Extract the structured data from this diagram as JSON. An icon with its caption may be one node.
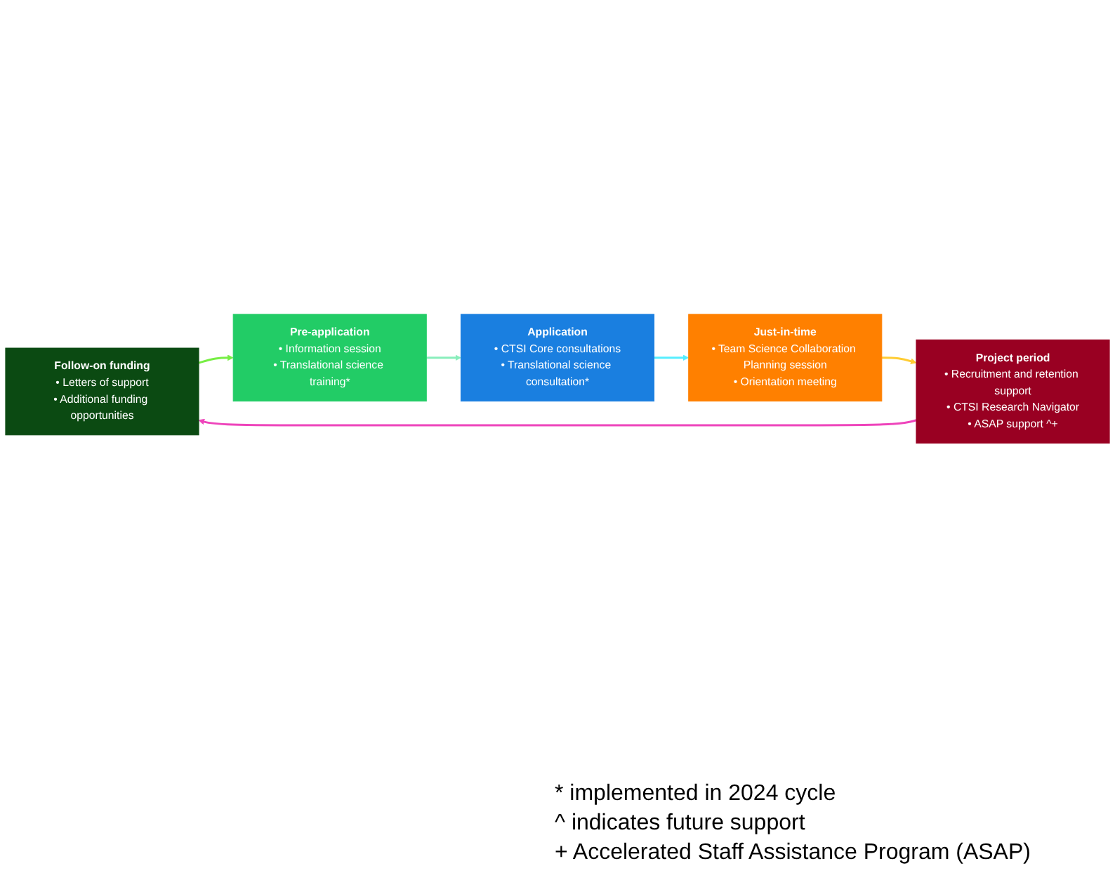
{
  "diagram": {
    "nodes": [
      {
        "text": [
          "Follow-on funding",
          "• Letters of support",
          "• Additional funding opportunities"
        ]
      },
      {
        "text": [
          "Pre-application",
          "• Information session",
          "• Translational science training*"
        ]
      },
      {
        "text": [
          "Application",
          "• CTSI Core consultations",
          "• Translational science consultation*"
        ]
      },
      {
        "text": [
          "Just-in-time",
          "• Team Science Collaboration Planning session",
          "• Orientation meeting"
        ]
      },
      {
        "text": [
          "Project period",
          "• Recruitment and retention support",
          "• CTSI Research Navigator",
          "• ASAP support ^+"
        ]
      }
    ],
    "edges": [
      {
        "from": 0,
        "to": 1,
        "arrow": "to",
        "color": "#77ee44"
      },
      {
        "from": 1,
        "to": 2,
        "arrow": "to",
        "color": "#88eebb"
      },
      {
        "from": 2,
        "to": 3,
        "arrow": "to",
        "color": "#55eeff"
      },
      {
        "from": 3,
        "to": 4,
        "arrow": "to",
        "color": "#ffcc33"
      },
      {
        "from": 4,
        "to": 0,
        "arrow": "to",
        "color": "#ee44bb"
      }
    ],
    "labels": [
      "* implemented in 2024 cycle",
      "^ indicates future support",
      "+ Accelerated Staff Assistance Program (ASAP)"
    ]
  }
}
